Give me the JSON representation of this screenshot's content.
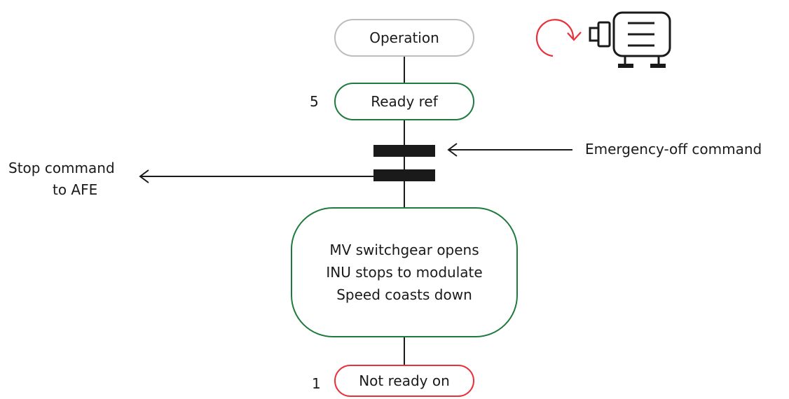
{
  "colors": {
    "line": "#1a1a1a",
    "operation_border": "#bdbdbd",
    "ready_border": "#1f7a3d",
    "process_border": "#1f7a3d",
    "not_ready_border": "#e8313a",
    "rotation_arrow": "#e8313a",
    "motor_icon": "#1a1a1a"
  },
  "nodes": {
    "operation": {
      "label": "Operation"
    },
    "ready_ref": {
      "label": "Ready ref",
      "state_number": "5"
    },
    "process": {
      "lines": [
        "MV switchgear opens",
        "INU stops to modulate",
        "Speed coasts down"
      ]
    },
    "not_ready_on": {
      "label": "Not ready on",
      "state_number": "1"
    }
  },
  "annotations": {
    "emergency_off": "Emergency-off command",
    "stop_command": [
      "Stop command",
      "to AFE"
    ]
  },
  "icons": {
    "rotation": "rotation-arrow-icon",
    "motor": "motor-icon"
  }
}
